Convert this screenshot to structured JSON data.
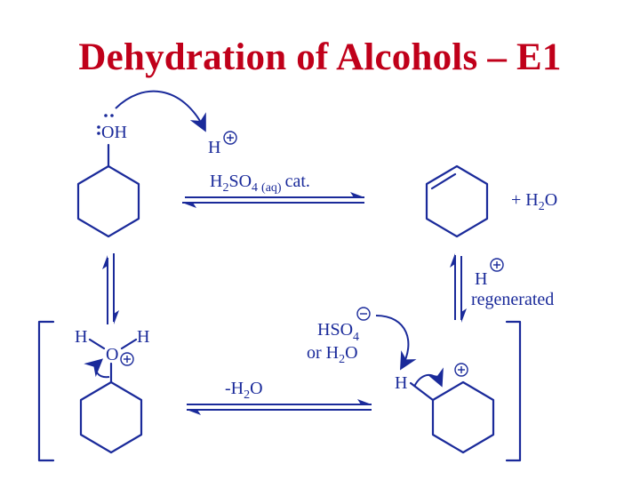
{
  "slide": {
    "title": "Dehydration of Alcohols – E1"
  },
  "labels": {
    "oh": "OH",
    "h_plus": "H",
    "reagent": "H",
    "reagent_sub2": "2",
    "reagent_so": "SO",
    "reagent_sub4": "4",
    "reagent_aq": "(aq)",
    "reagent_cat": "cat.",
    "plus_water": "+  H",
    "water_sub": "2",
    "water_o": "O",
    "h_regen": "H",
    "regenerated": "regenerated",
    "h_left": "H",
    "h_right": "H",
    "oxonium_o": "O",
    "hso4": "HSO",
    "hso4_sub": "4",
    "or_water": "or H",
    "or_water_sub": "2",
    "or_water_o": "O",
    "minus_water": "-H",
    "minus_water_sub": "2",
    "minus_water_o": "O",
    "carbocation_h": "H"
  },
  "colors": {
    "title": "#c0001a",
    "ink": "#1a2a9a"
  }
}
